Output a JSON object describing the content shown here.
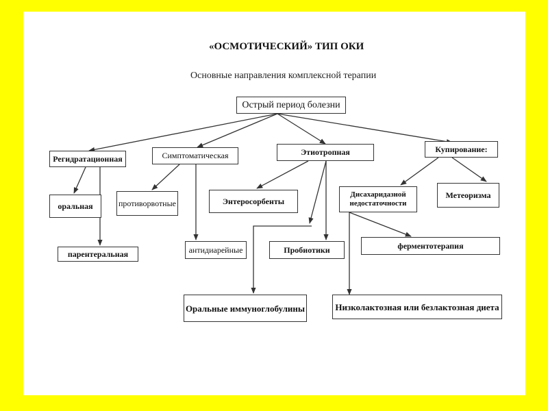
{
  "colors": {
    "frame": "#ffff00",
    "sheet": "#ffffff",
    "ink": "#333333"
  },
  "title": "«ОСМОТИЧЕСКИЙ» ТИП ОКИ",
  "subtitle": "Основные направления комплексной терапии",
  "nodes": {
    "root": "Острый период болезни",
    "rehydration": "Регидратационная",
    "symptomatic": "Симптоматическая",
    "etiotropic": "Этиотропная",
    "cupping": "Купирование:",
    "oral": "оральная",
    "antiemetic": "противорвотные",
    "enterosorbents": "Энтеросорбенты",
    "disaccharidase": "Дисахаридазной недостаточности",
    "meteorism": "Метеоризма",
    "parenteral": "парентеральная",
    "antidiarrheal": "антидиарейные",
    "probiotics": "Пробиотики",
    "enzyme_therapy": "ферментотерапия",
    "oral_immunoglobulins": "Оральные иммуноглобулины",
    "lactose_free_diet": "Низколактозная или безлактозная диета"
  }
}
